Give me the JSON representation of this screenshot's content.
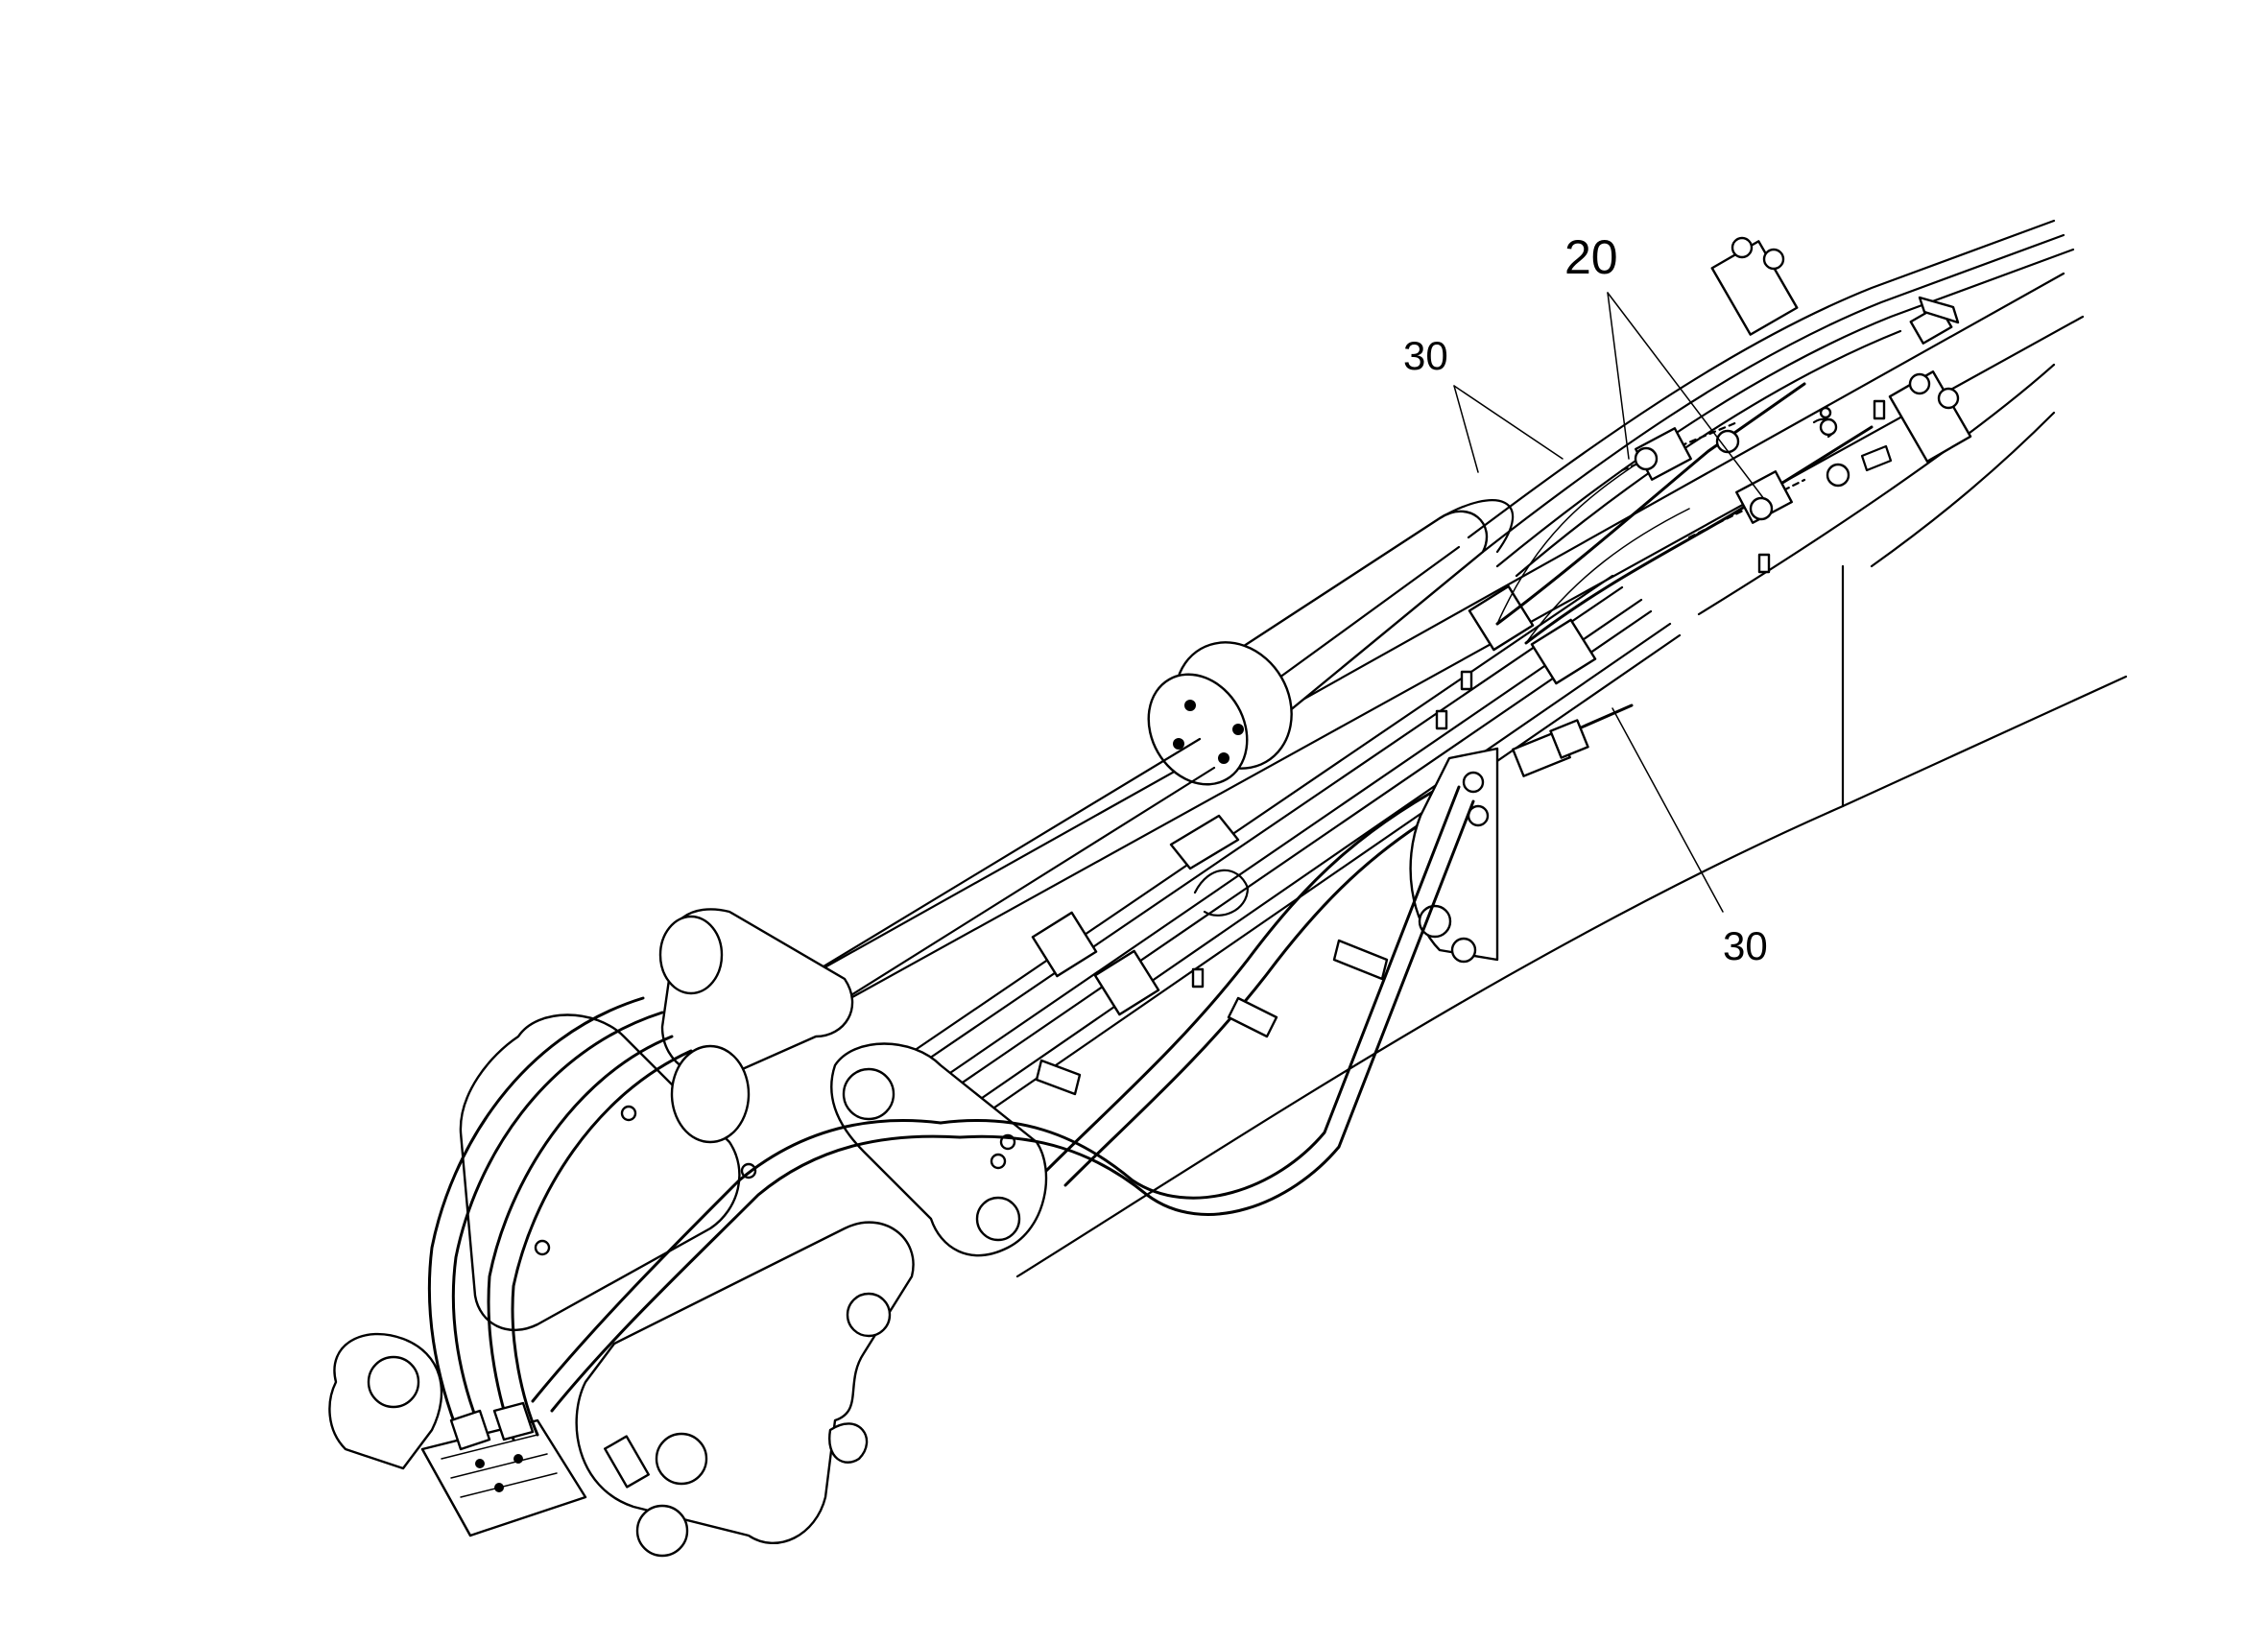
{
  "callouts": [
    {
      "id": "callout-20",
      "text": "20"
    },
    {
      "id": "callout-30-upper",
      "text": "30"
    },
    {
      "id": "callout-30-lower",
      "text": "30"
    }
  ],
  "colors": {
    "line": "#000000",
    "background": "#ffffff"
  }
}
